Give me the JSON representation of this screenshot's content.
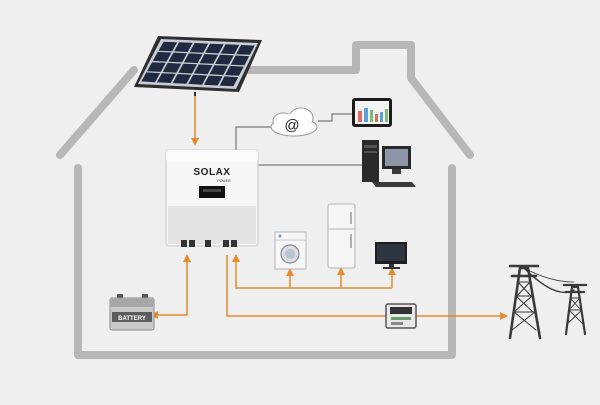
{
  "inverter": {
    "brand": "SOLAX",
    "sub": "POWER"
  },
  "cloud": {
    "symbol": "@"
  },
  "battery": {
    "label": "BATTERY"
  },
  "colors": {
    "background": "#efefef",
    "house_outline": "#b7b7b7",
    "energy_line": "#e58a2e",
    "data_line": "#7a7a7a",
    "panel_cell": "#1f2a40",
    "panel_frame": "#2e2e2e"
  },
  "icons": {
    "solar_panel": "solar-panel-icon",
    "inverter": "inverter-icon",
    "cloud": "cloud-at-icon",
    "tablet": "tablet-icon",
    "desktop": "desktop-computer-icon",
    "washer": "washing-machine-icon",
    "fridge": "refrigerator-icon",
    "tv": "television-icon",
    "battery": "battery-icon",
    "meter": "energy-meter-icon",
    "grid": "power-grid-towers-icon"
  }
}
